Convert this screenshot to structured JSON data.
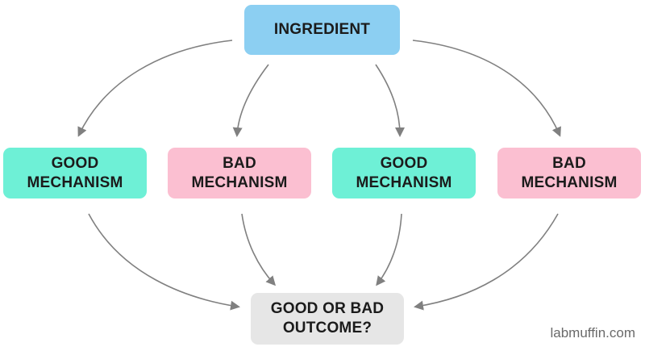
{
  "diagram": {
    "nodes": {
      "ingredient": {
        "label": "INGREDIENT",
        "color": "#8ccff2"
      },
      "mechanisms": [
        {
          "label": "GOOD\nMECHANISM",
          "color": "#6ef0d6"
        },
        {
          "label": "BAD\nMECHANISM",
          "color": "#fbbfd1"
        },
        {
          "label": "GOOD\nMECHANISM",
          "color": "#6ef0d6"
        },
        {
          "label": "BAD\nMECHANISM",
          "color": "#fbbfd1"
        }
      ],
      "outcome": {
        "label": "GOOD OR BAD\nOUTCOME?",
        "color": "#e6e6e6"
      }
    },
    "arrow_color": "#808080"
  },
  "watermark": "labmuffin.com"
}
